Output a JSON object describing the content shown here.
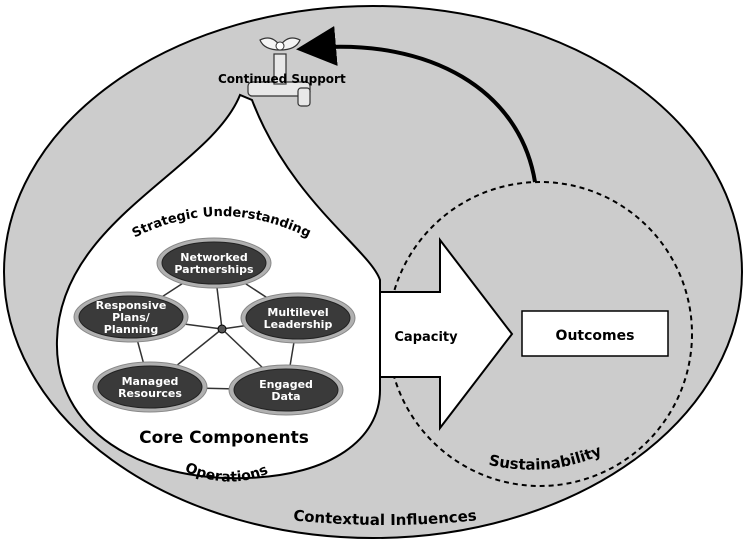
{
  "outer_label": "Contextual Influences",
  "faucet_label": "Continued Support",
  "drop": {
    "top_label": "Strategic Understanding",
    "bottom_label": "Operations",
    "core_title": "Core Components"
  },
  "nodes": [
    {
      "id": "networked",
      "lines": [
        "Networked",
        "Partnerships"
      ]
    },
    {
      "id": "multilevel",
      "lines": [
        "Multilevel",
        "Leadership"
      ]
    },
    {
      "id": "engaged",
      "lines": [
        "Engaged",
        "Data"
      ]
    },
    {
      "id": "managed",
      "lines": [
        "Managed",
        "Resources"
      ]
    },
    {
      "id": "responsive",
      "lines": [
        "Responsive",
        "Plans/",
        "Planning"
      ]
    }
  ],
  "arrow_label": "Capacity",
  "outcomes_label": "Outcomes",
  "circle_label": "Sustainability"
}
